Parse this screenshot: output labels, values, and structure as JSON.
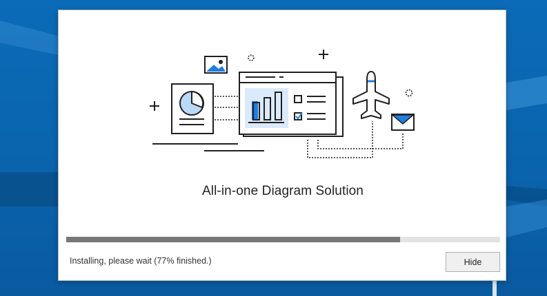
{
  "installer": {
    "tagline": "All-in-one Diagram Solution",
    "status": "Installing, please wait (77% finished.)",
    "progress_percent": 77,
    "hide_label": "Hide"
  },
  "colors": {
    "accent": "#1f7fe0",
    "accent_light": "#b9d9f7",
    "progress_fill": "#777777",
    "progress_track": "#e2e2e2",
    "desktop_blue": "#0b6bb8"
  },
  "icons": {
    "illustration": "diagram-illustration",
    "decor": [
      "picture-icon",
      "document-chart-icon",
      "bar-chart-icon",
      "checkbox-list-icon",
      "airplane-icon",
      "envelope-icon",
      "plus-icon",
      "circle-icon"
    ]
  }
}
